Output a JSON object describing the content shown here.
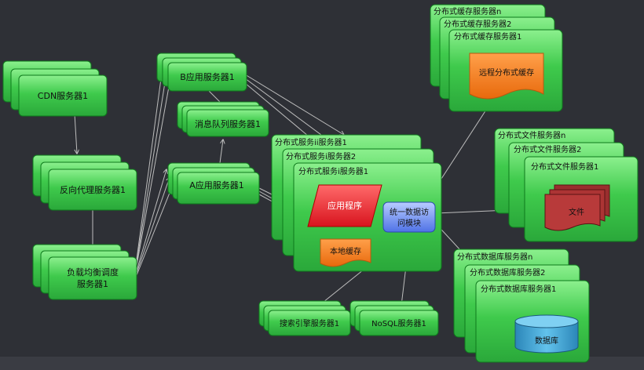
{
  "diagram": {
    "stacks": {
      "cdn": {
        "label": "CDN服务器1"
      },
      "reverse_proxy": {
        "label": "反向代理服务器1"
      },
      "load_balancer": {
        "label_line1": "负载均衡调度",
        "label_line2": "服务器1"
      },
      "app_b": {
        "label": "B应用服务器1"
      },
      "message_queue": {
        "label": "消息队列服务器1"
      },
      "app_a": {
        "label": "A应用服务器1"
      },
      "search_engine": {
        "label": "搜索引擎服务器1"
      },
      "nosql": {
        "label": "NoSQL服务器1"
      }
    },
    "service_group": {
      "header_ii": "分布式服务ii服务器1",
      "header_i2": "分布式服务i服务器2",
      "header_i1": "分布式服务i服务器1",
      "app_program": "应用程序",
      "local_cache": "本地缓存",
      "unified_access_line1": "统一数据访",
      "unified_access_line2": "问模块"
    },
    "cache_group": {
      "header_n": "分布式缓存服务器n",
      "header_2": "分布式缓存服务器2",
      "header_1": "分布式缓存服务器1",
      "remote_cache": "远程分布式缓存"
    },
    "file_group": {
      "header_n": "分布式文件服务器n",
      "header_2": "分布式文件服务器2",
      "header_1": "分布式文件服务器1",
      "files": "文件"
    },
    "db_group": {
      "header_n": "分布式数据库服务器n",
      "header_2": "分布式数据库服务器2",
      "header_1": "分布式数据库服务器1",
      "database": "数据库"
    }
  },
  "colors": {
    "background": "#2e3036",
    "server_green": "#39c24a",
    "server_border": "#0e7a1c",
    "app_red": "#e8202a",
    "cache_orange": "#f07a1a",
    "unified_blue": "#6a8cf0",
    "file_red": "#b83a3a",
    "db_blue": "#3aa0d0",
    "connector": "#bfbfbf"
  }
}
